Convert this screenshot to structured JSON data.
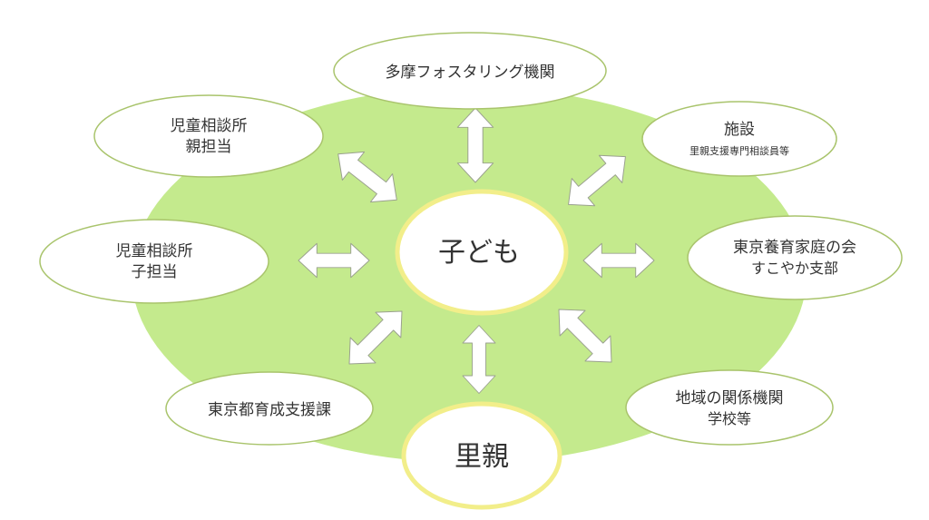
{
  "colors": {
    "background": "#ffffff",
    "field": "#c4ea8d",
    "node_fill": "#ffffff",
    "node_stroke": "#a9c46c",
    "center_stroke": "#f2ee8a",
    "arrow_fill": "#ffffff",
    "arrow_stroke": "#9aa08f",
    "text": "#333333"
  },
  "center": {
    "label": "子ども"
  },
  "bottom": {
    "label": "里親"
  },
  "nodes": {
    "multi_foster": {
      "line1": "多摩フォスタリング機関"
    },
    "jido_oya": {
      "line1": "児童相談所",
      "line2": "親担当"
    },
    "jido_ko": {
      "line1": "児童相談所",
      "line2": "子担当"
    },
    "tokyo_ikusei": {
      "line1": "東京都育成支援課"
    },
    "shisetsu": {
      "line1": "施設",
      "line2": "里親支援専門相談員等"
    },
    "tokyo_kai": {
      "line1": "東京養育家庭の会",
      "line2": "すこやか支部"
    },
    "chiiki": {
      "line1": "地域の関係機関",
      "line2": "学校等"
    }
  }
}
